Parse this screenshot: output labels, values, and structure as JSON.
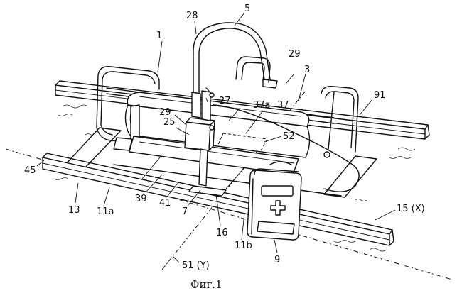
{
  "figure": {
    "caption": "Фиг.1",
    "labels": {
      "l1": "1",
      "l3": "3",
      "l5": "5",
      "l7": "7",
      "l9": "9",
      "l11a": "11a",
      "l11b": "11b",
      "l13": "13",
      "l15": "15 (X)",
      "l16": "16",
      "l25": "25",
      "l27": "27",
      "l28": "28",
      "l29a": "29",
      "l29b": "29",
      "l37": "37",
      "l37a": "37a",
      "l39": "39",
      "l41": "41",
      "l45": "45",
      "l51": "51 (Y)",
      "l52": "52",
      "l91": "91"
    }
  }
}
